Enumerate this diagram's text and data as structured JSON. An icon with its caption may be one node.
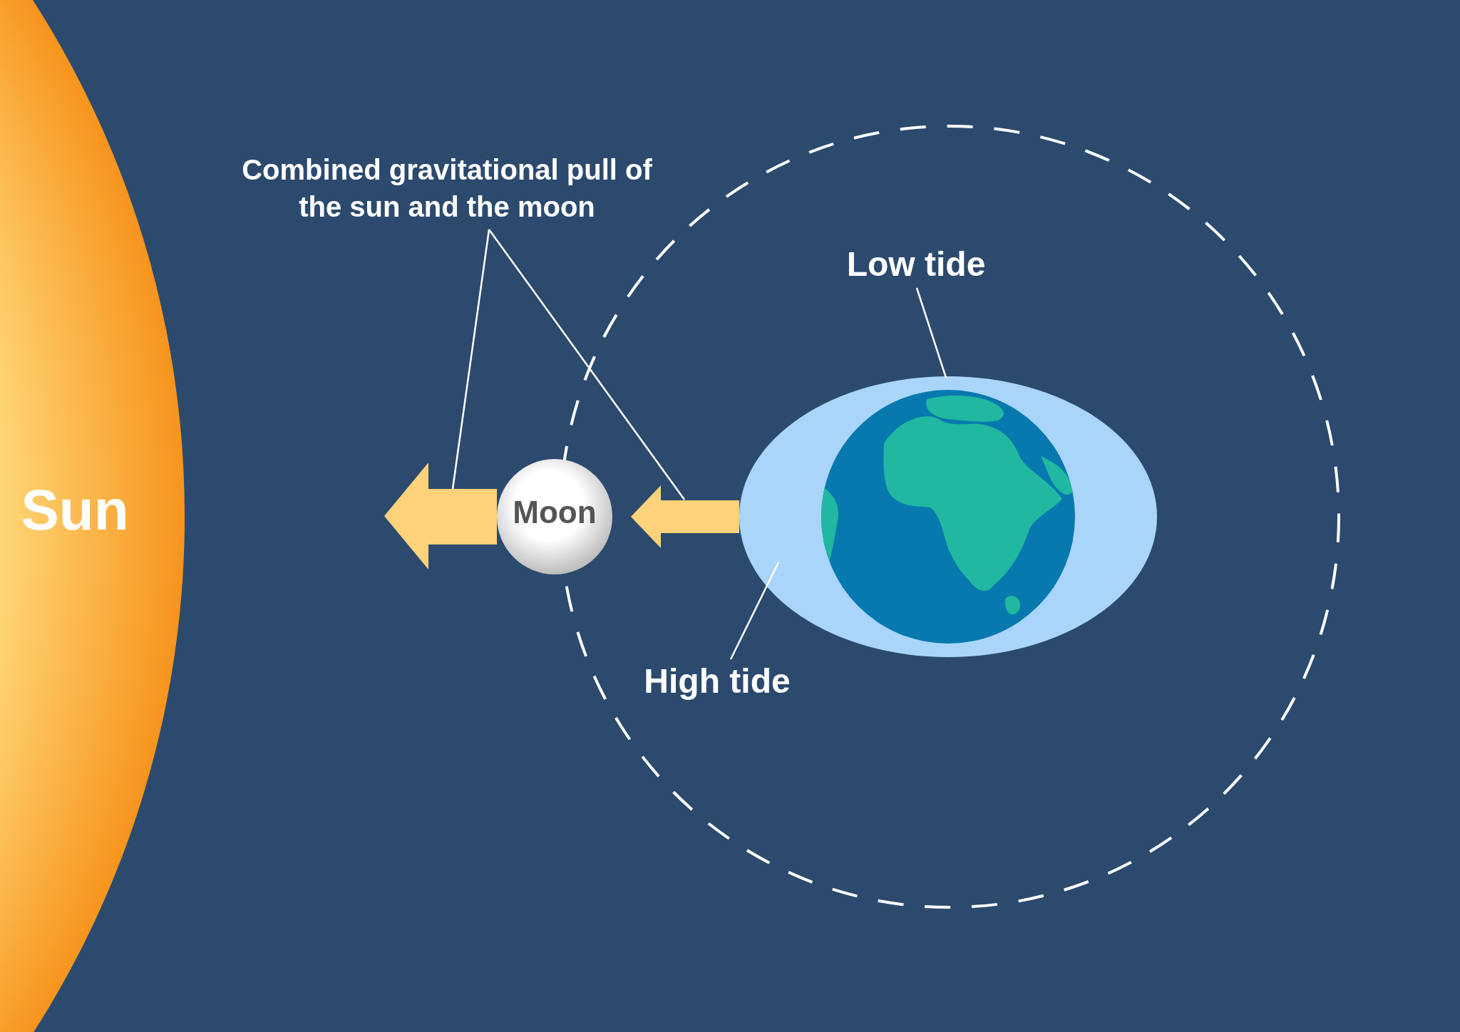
{
  "diagram": {
    "nodes": [
      {
        "text": [
          "Sun"
        ]
      },
      {
        "text": [
          "Moon"
        ]
      },
      {
        "text": [
          "Combined gravitational pull of the sun and the moon"
        ]
      },
      {
        "text": [],
        "shape": "arrow"
      },
      {
        "text": [
          "Low tide"
        ]
      },
      {
        "text": [
          "High tide"
        ]
      },
      {
        "text": [],
        "shape": "ellipse"
      }
    ],
    "edges": [
      {
        "from": 2,
        "to": 3,
        "arrow": "none"
      },
      {
        "from": 2,
        "to": null,
        "arrow": "none"
      },
      {
        "from": 4,
        "to": 6,
        "arrow": "none"
      },
      {
        "from": 5,
        "to": 6,
        "arrow": "none"
      },
      {
        "from": 6,
        "to": 1,
        "arrow": "to",
        "style": "thick",
        "color": "#fdd27a"
      }
    ]
  }
}
